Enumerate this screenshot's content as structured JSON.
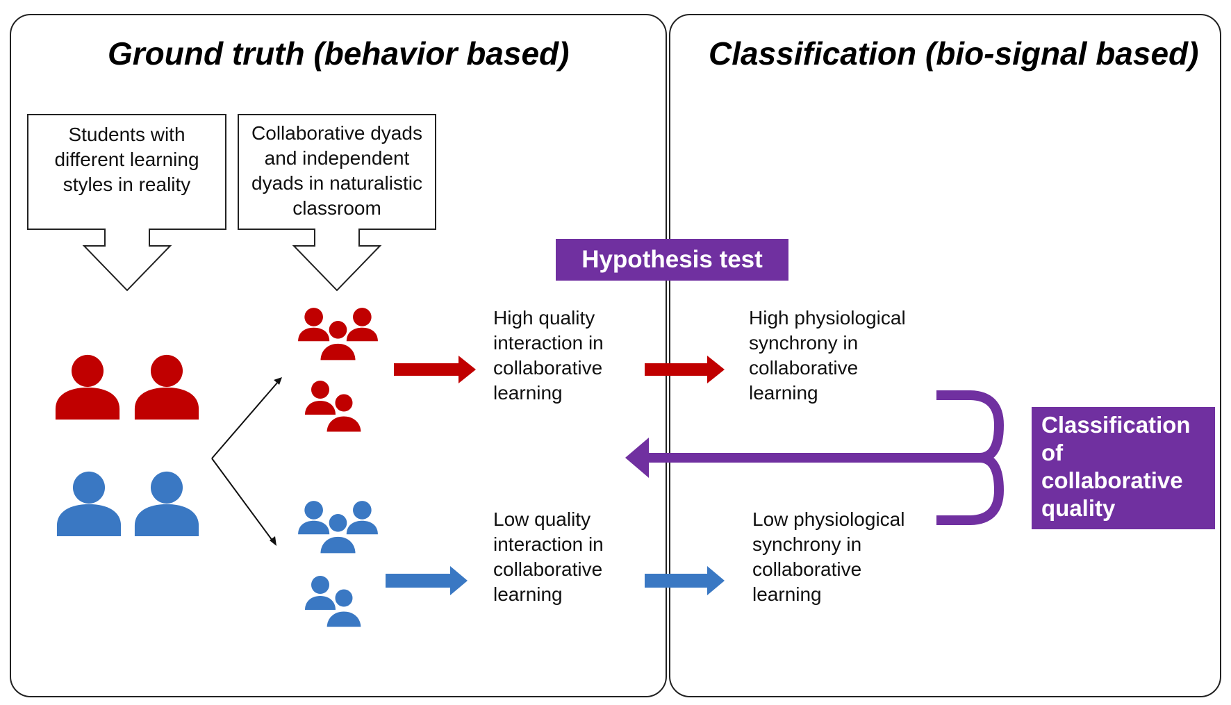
{
  "panels": {
    "left_title": "Ground truth (behavior based)",
    "right_title": "Classification (bio-signal based)"
  },
  "callouts": {
    "learning_styles": "Students with different learning styles in reality",
    "dyads": "Collaborative dyads and independent dyads in naturalistic classroom"
  },
  "labels": {
    "hypothesis_test": "Hypothesis test",
    "classification": "Classification of collaborative quality"
  },
  "outcomes": {
    "high_quality": [
      "High quality",
      "interaction in",
      "collaborative",
      "learning"
    ],
    "low_quality": [
      "Low quality",
      "interaction in",
      "collaborative",
      "learning"
    ],
    "high_sync": [
      "High physiological",
      "synchrony in",
      "collaborative",
      "learning"
    ],
    "low_sync": [
      "Low physiological",
      "synchrony in",
      "collaborative",
      "learning"
    ]
  },
  "colors": {
    "red": "#c00000",
    "blue": "#3a78c3",
    "purple": "#7030a0"
  },
  "icons": [
    "person-icon",
    "group-icon"
  ]
}
